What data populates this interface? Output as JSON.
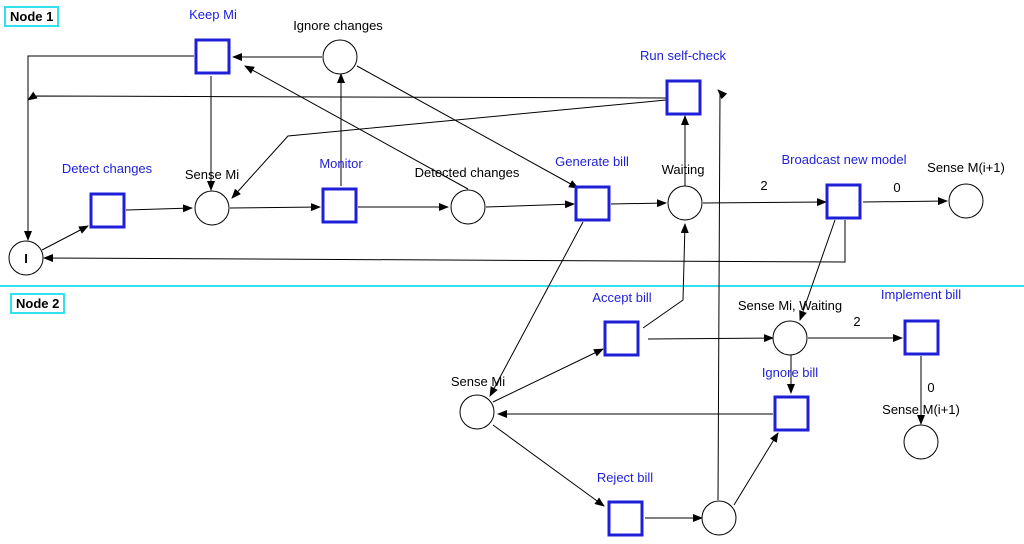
{
  "regions": {
    "node1": "Node 1",
    "node2": "Node 2"
  },
  "colors": {
    "transition": "#1f1fd8",
    "divider": "#33e0ee",
    "arc": "#000000"
  },
  "transitions": {
    "keep": "Keep Mi",
    "detect": "Detect changes",
    "monitor": "Monitor",
    "generate": "Generate bill",
    "runcheck": "Run self-check",
    "broadcast": "Broadcast new model",
    "accept": "Accept bill",
    "implement": "Implement bill",
    "ignorebill": "Ignore bill",
    "reject": "Reject bill"
  },
  "places": {
    "init": "I",
    "ignore": "Ignore changes",
    "sense1": "Sense Mi",
    "detected": "Detected changes",
    "waiting1": "Waiting",
    "sensenext1": "Sense M(i+1)",
    "sense2": "Sense Mi",
    "sensewait": "Sense Mi, Waiting",
    "sensenext2": "Sense M(i+1)",
    "reject_out": ""
  },
  "arc_weights": {
    "w1": "2",
    "w2": "0",
    "w3": "2",
    "w4": "0"
  }
}
